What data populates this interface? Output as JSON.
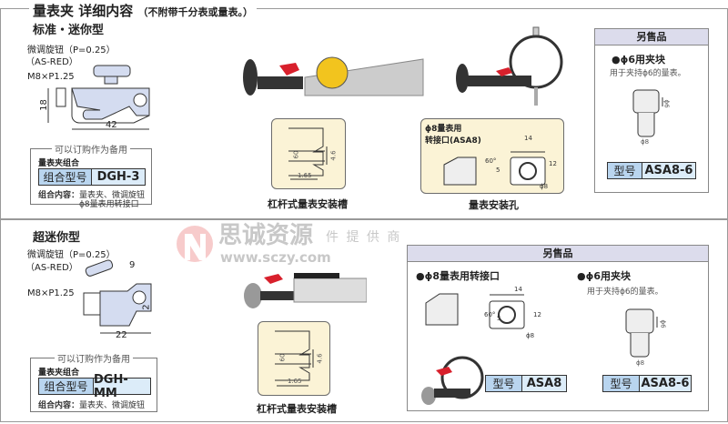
{
  "title": "量表夹 详细内容",
  "title_note": "（不附带千分表或量表。）",
  "watermark": {
    "brand": "思诚资源",
    "url": "www.sczy.com",
    "tagline": "件 提 供 商"
  },
  "standard": {
    "heading": "标准・迷你型",
    "knob_label": "微调旋钮（P=0.25）",
    "knob_model": "（AS-RED）",
    "thread": "M8×P1.25",
    "dim_height": "18",
    "dim_width": "42",
    "order_box": {
      "legend": "可以订购作为备用",
      "set_title": "量表夹组合",
      "key": "组合型号",
      "value": "DGH-3",
      "contents_label": "组合内容：",
      "contents": [
        "量表夹、微调旋钮",
        "ϕ8量表用转接口"
      ]
    },
    "slot_callout": {
      "angle": "60",
      "dim_a": "4.6",
      "dim_b": "1.65",
      "caption": "杠杆式量表安装槽"
    },
    "hole_callout": {
      "title": [
        "ϕ8量表用",
        "转接口(ASA8)"
      ],
      "dim_w": "14",
      "dim_h": "12",
      "dim_s": "5",
      "angle": "60°",
      "dia": "ϕ8",
      "caption": "量表安装孔"
    },
    "sold_separately": {
      "header": "另售品",
      "item": "●ϕ6用夹块",
      "desc": "用于夹持ϕ6的量表。",
      "dim_d6": "ϕ6",
      "dim_d8": "ϕ8",
      "key": "型号",
      "value": "ASA8-6"
    }
  },
  "ultra": {
    "heading": "超迷你型",
    "knob_label": "微调旋钮（P=0.25）",
    "knob_model": "（AS-RED）",
    "thread": "M8×P1.25",
    "dim_top": "9",
    "dim_side": "2",
    "dim_width": "22",
    "order_box": {
      "legend": "可以订购作为备用",
      "set_title": "量表夹组合",
      "key": "组合型号",
      "value": "DGH-MM",
      "contents_label": "组合内容：",
      "contents": [
        "量表夹、微调旋钮"
      ]
    },
    "slot_callout": {
      "angle": "60",
      "dim_a": "4.6",
      "dim_b": "1.65",
      "caption": "杠杆式量表安装槽"
    },
    "sold_separately": {
      "header": "另售品",
      "item1": {
        "title": "●ϕ8量表用转接口",
        "dim_w": "14",
        "dim_h": "12",
        "dim_s": "5",
        "angle": "60°",
        "dia": "ϕ8",
        "key": "型号",
        "value": "ASA8"
      },
      "item2": {
        "title": "●ϕ6用夹块",
        "desc": "用于夹持ϕ6的量表。",
        "dim_d6": "ϕ6",
        "dim_d8": "ϕ8",
        "key": "型号",
        "value": "ASA8-6"
      }
    }
  }
}
